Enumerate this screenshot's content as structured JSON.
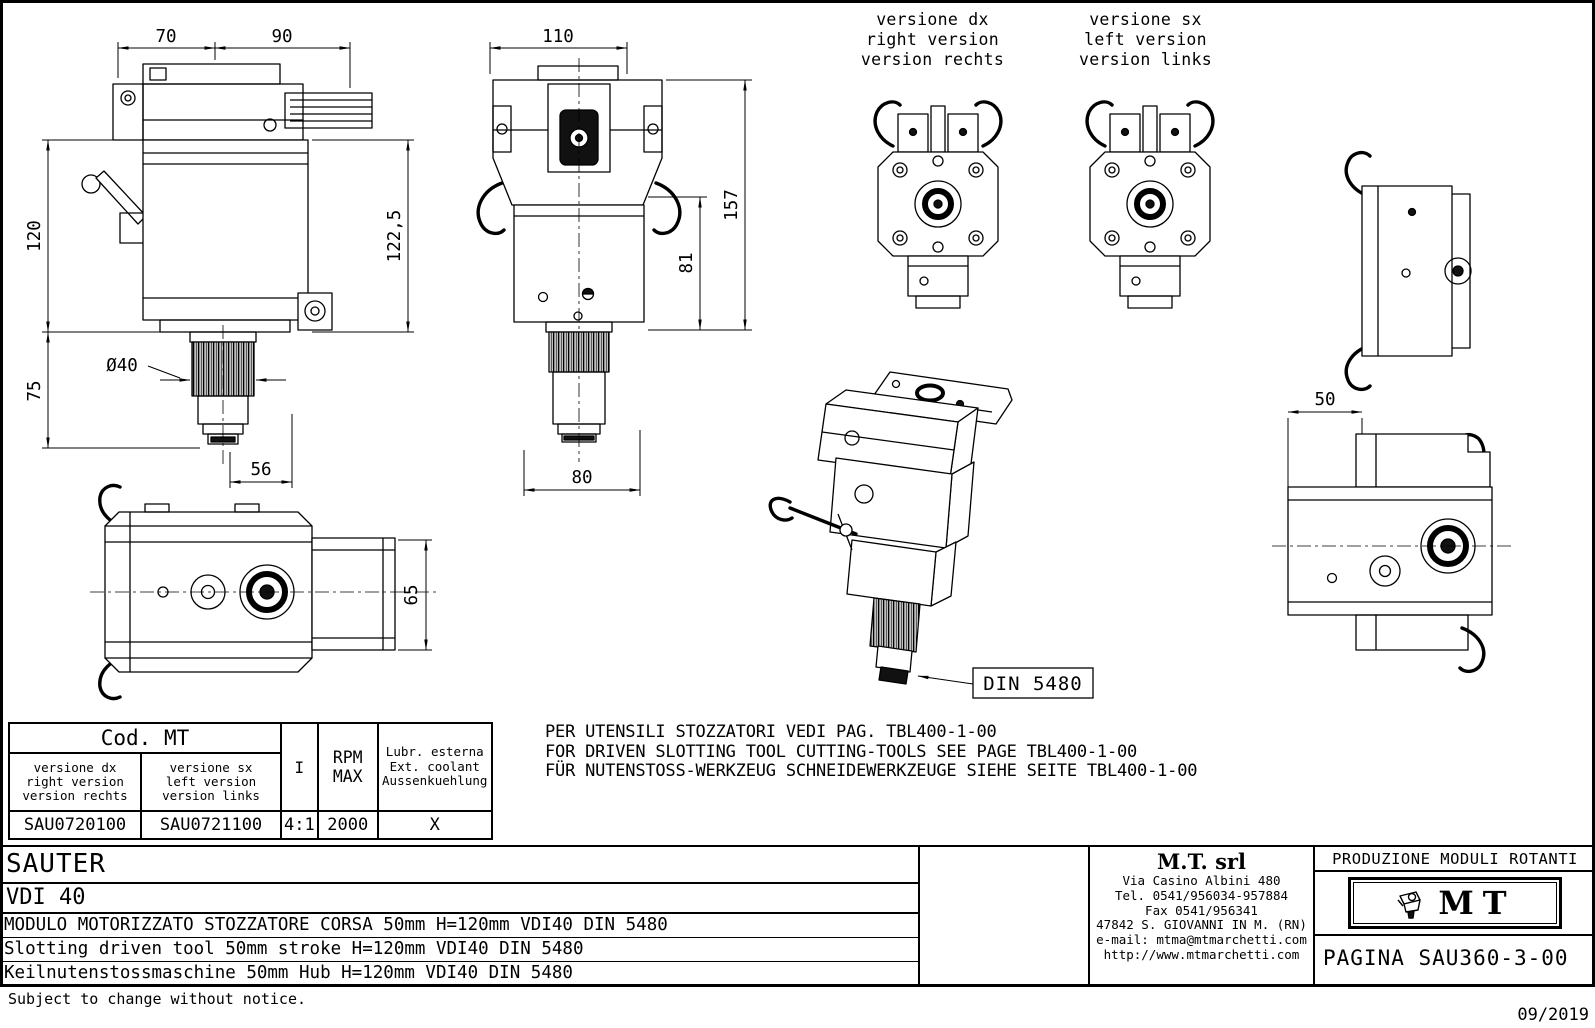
{
  "version_labels": {
    "dx": "versione dx\nright version\nversion rechts",
    "sx": "versione sx\nleft version\nversion links"
  },
  "dimensions": {
    "width_70": "70",
    "width_90": "90",
    "height_120": "120",
    "height_75": "75",
    "diameter_40": "Ø40",
    "width_56": "56",
    "height_122_5": "122,5",
    "width_110": "110",
    "height_157": "157",
    "height_81": "81",
    "width_80": "80",
    "height_65": "65",
    "width_50": "50"
  },
  "callouts": {
    "din_standard": "DIN 5480"
  },
  "notes": {
    "line_it": "PER UTENSILI STOZZATORI VEDI PAG. TBL400-1-00",
    "line_en": "FOR DRIVEN SLOTTING TOOL CUTTING-TOOLS SEE PAGE TBL400-1-00",
    "line_de": "FÜR NUTENSTOSS-WERKZEUG SCHNEIDEWERKZEUGE SIEHE SEITE TBL400-1-00"
  },
  "order_table": {
    "title": "Cod. MT",
    "header_dx": "versione dx\nright version\nversion rechts",
    "header_sx": "versione sx\nleft version\nversion links",
    "header_ratio": "I",
    "header_rpm": "RPM\nMAX",
    "header_coolant": "Lubr. esterna\nExt. coolant\nAussenkuehlung",
    "code_dx": "SAU0720100",
    "code_sx": "SAU0721100",
    "ratio": "4:1",
    "rpm": "2000",
    "coolant": "X"
  },
  "title_block": {
    "brand": "SAUTER",
    "system": "VDI 40",
    "description_it": "MODULO MOTORIZZATO STOZZATORE CORSA 50mm H=120mm VDI40 DIN 5480",
    "description_en": "Slotting driven tool 50mm stroke H=120mm VDI40 DIN 5480",
    "description_de": "Keilnutenstossmaschine 50mm Hub H=120mm VDI40 DIN 5480",
    "company_name": "M.T. srl",
    "company_address": "Via Casino Albini 480",
    "company_tel": "Tel. 0541/956034-957884",
    "company_fax": "Fax 0541/956341",
    "company_city": "47842 S. GIOVANNI IN M. (RN)",
    "company_email": "e-mail: mtma@mtmarchetti.com",
    "company_web": "http://www.mtmarchetti.com",
    "production_label": "PRODUZIONE MODULI ROTANTI",
    "logo_text": "MT",
    "page_label": "PAGINA SAU360-3-00"
  },
  "footer": {
    "notice": "Subject to change without notice.",
    "date": "09/2019"
  }
}
